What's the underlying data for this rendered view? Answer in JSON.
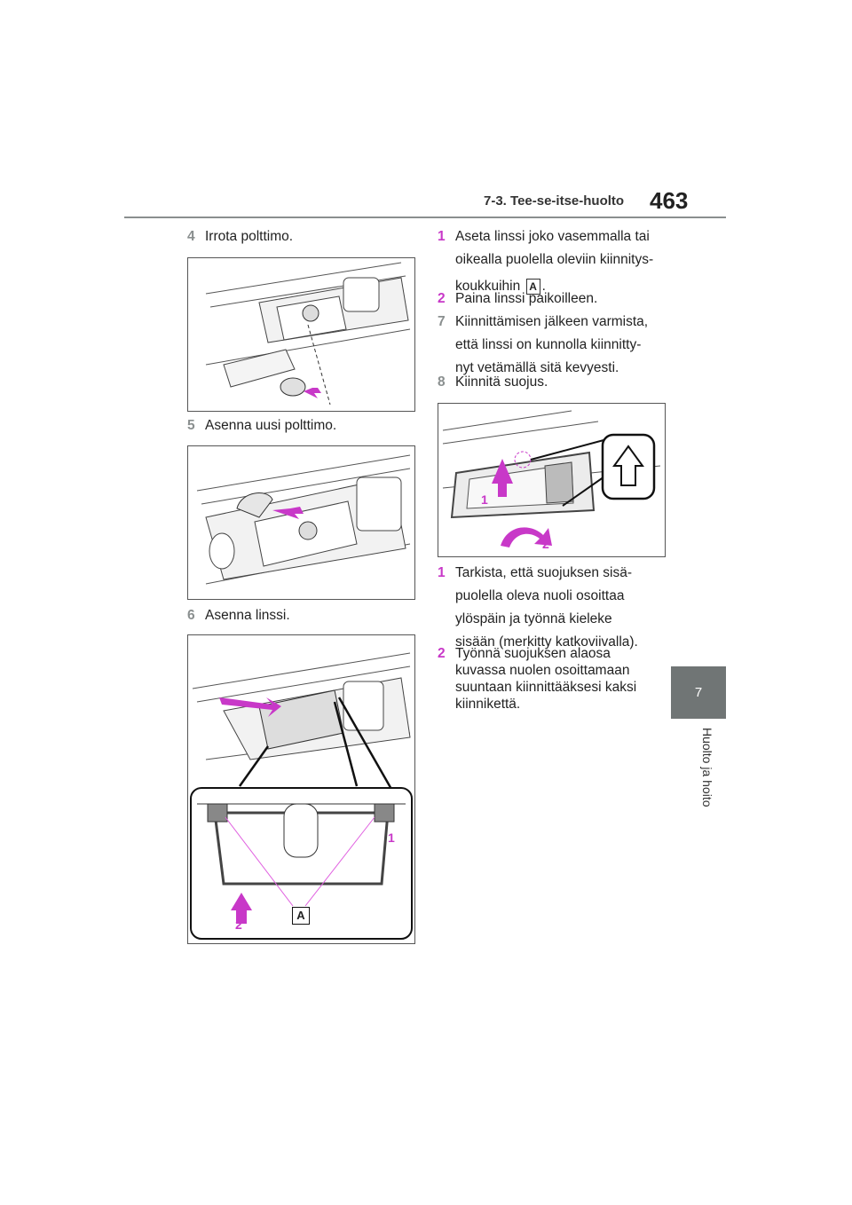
{
  "header": {
    "section": "7-3. Tee-se-itse-huolto",
    "page_number": "463"
  },
  "side_tab": {
    "chapter": "7",
    "label": "Huolto ja hoito"
  },
  "left_steps": [
    {
      "num": "4",
      "text": "Irrota polttimo."
    },
    {
      "num": "5",
      "text": "Asenna uusi polttimo."
    },
    {
      "num": "6",
      "text": "Asenna linssi."
    }
  ],
  "right_steps_a": [
    {
      "num": "1",
      "lines": [
        "Aseta linssi joko vasemmalla tai",
        "oikealla puolella oleviin kiinnitys-"
      ],
      "last_line": "koukkuihin",
      "after_box": "."
    },
    {
      "num": "2",
      "lines": [
        "Paina linssi paikoilleen."
      ]
    },
    {
      "num": "7",
      "lines": [
        "Kiinnittämisen jälkeen varmista,",
        "että linssi on kunnolla kiinnitty-",
        "nyt vetämällä sitä kevyesti."
      ]
    },
    {
      "num": "8",
      "lines": [
        "Kiinnitä suojus."
      ]
    }
  ],
  "right_steps_b": [
    {
      "num": "1",
      "lines": [
        "Tarkista, että suojuksen sisä-",
        "puolella oleva nuoli osoittaa",
        "ylöspäin ja työnnä kieleke",
        "sisään (merkitty katkoviivalla)."
      ]
    },
    {
      "num": "2",
      "lines": [
        "Työnnä suojuksen alaosa",
        "kuvassa nuolen osoittamaan",
        "suuntaan kiinnittääksesi kaksi",
        "kiinnikettä."
      ]
    }
  ],
  "callouts": {
    "box_letter": "A",
    "label_1": "1",
    "label_2": "2"
  },
  "colors": {
    "accent_magenta": "#c838c8",
    "step_gray": "#8a8f8f",
    "tab_gray": "#707575"
  }
}
